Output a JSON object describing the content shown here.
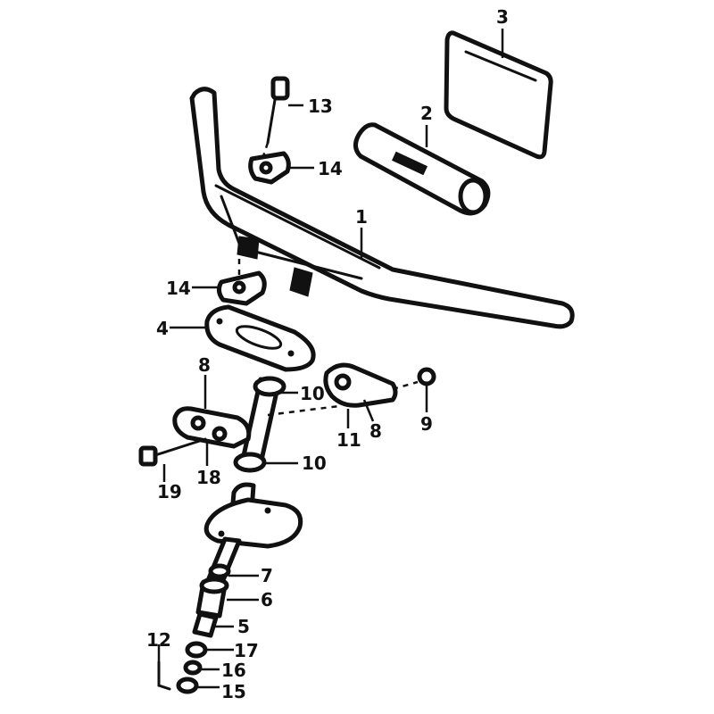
{
  "callouts": {
    "p1": "1",
    "p2": "2",
    "p3": "3",
    "p4": "4",
    "p5": "5",
    "p6": "6",
    "p7": "7",
    "p8a": "8",
    "p8b": "8",
    "p9": "9",
    "p10a": "10",
    "p10b": "10",
    "p11": "11",
    "p12": "12",
    "p13": "13",
    "p14a": "14",
    "p14b": "14",
    "p15": "15",
    "p16": "16",
    "p17": "17",
    "p18": "18",
    "p19": "19"
  }
}
